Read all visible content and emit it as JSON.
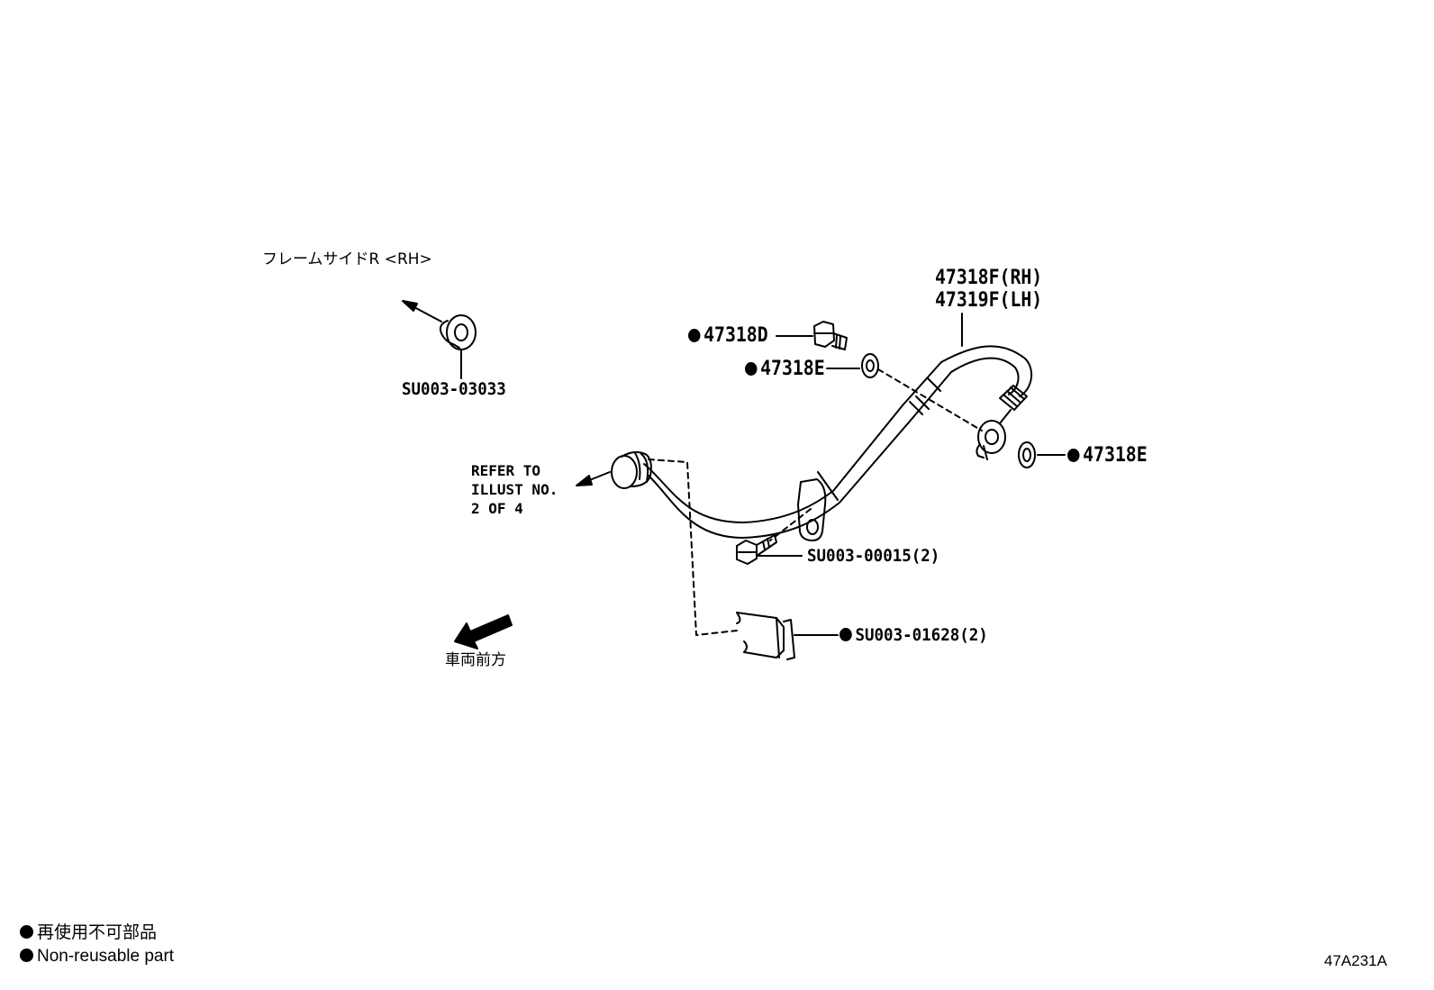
{
  "labels": {
    "frame_side": "フレームサイドR <RH>",
    "clip_part": "SU003-03033",
    "hose_rh": "47318F(RH)",
    "hose_lh": "47319F(LH)",
    "union_bolt": "47318D",
    "gasket_upper": "47318E",
    "gasket_lower": "47318E",
    "refer_line1": "REFER TO",
    "refer_line2": "ILLUST NO.",
    "refer_line3": "2 OF 4",
    "bracket_bolt": "SU003-00015(2)",
    "clip_lower": "SU003-01628(2)",
    "vehicle_front": "車両前方"
  },
  "legend": {
    "jp": "再使用不可部品",
    "en": "Non-reusable part"
  },
  "illustration_id": "47A231A"
}
